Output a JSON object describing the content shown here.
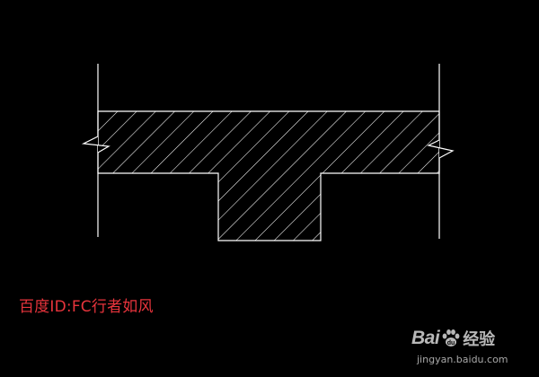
{
  "diagram": {
    "background_color": "#000000",
    "line_color": "#ffffff",
    "hatch_style": "diagonal-lines"
  },
  "author_label": {
    "text": "百度ID:FC行者如风",
    "color": "#e8343c"
  },
  "watermark": {
    "brand_left": "Bai",
    "brand_paw_icon": "paw-print-icon",
    "brand_right": "du",
    "product": "经验",
    "url": "jingyan.baidu.com"
  }
}
